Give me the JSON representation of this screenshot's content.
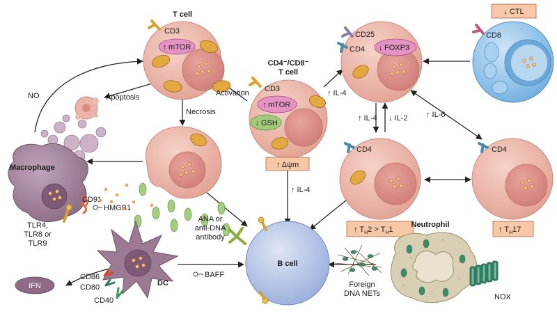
{
  "cells": {
    "t_cell": {
      "title": "T cell",
      "cd3": "CD3",
      "mtor": "mTOR",
      "mtor_arrow": "↑"
    },
    "dn_t_cell": {
      "title_line1": "CD4⁻/CD8⁻",
      "title_line2": "T cell",
      "cd3": "CD3",
      "mtor": "mTOR",
      "mtor_arrow": "↑",
      "gsh": "GSH",
      "gsh_arrow": "↓",
      "dpsi": "↑ Δψm"
    },
    "treg": {
      "cd25": "CD25",
      "cd4": "CD4",
      "foxp3": "FOXP3",
      "foxp3_arrow": "↓"
    },
    "ctl": {
      "box": "↓ CTL",
      "cd8": "CD8"
    },
    "th": {
      "cd4": "CD4",
      "box_prefix": "↑ T",
      "box_sub1": "H",
      "box_mid": "2 > T",
      "box_sub2": "H",
      "box_suffix": "1"
    },
    "th17": {
      "cd4": "CD4",
      "box_prefix": "↑ T",
      "box_sub": "H",
      "box_suffix": "17"
    },
    "macrophage": {
      "title": "Macrophage",
      "cd91": "CD91",
      "hmgb1": "HMGB1",
      "tlr_line1": "TLR4,",
      "tlr_line2": "TLR8 or",
      "tlr_line3": "TLR9"
    },
    "dc": {
      "title": "DC",
      "cd86": "CD86",
      "cd80": "CD80",
      "cd40": "CD40",
      "ifn": "IFN",
      "baff": "BAFF"
    },
    "b_cell": {
      "title": "B cell"
    },
    "neutrophil": {
      "title": "Neutrophil",
      "nets_line1": "Foreign",
      "nets_line2": "DNA NETs",
      "nox": "NOX"
    }
  },
  "labels": {
    "no": "NO",
    "apoptosis": "Apoptosis",
    "necrosis": "Necrosis",
    "activation": "Activation",
    "il4_a": "↑ IL-4",
    "il4_b": "↑ IL-4",
    "il2": "↓ IL-2",
    "il6": "↑ IL-6",
    "il4_c": "↑ IL-4",
    "ana_line1": "ANA or",
    "ana_line2": "anti-DNA",
    "ana_line3": "antibody"
  },
  "colors": {
    "t_cell_fill": "#eab4a8",
    "t_cell_nucleus": "#d98b84",
    "ctl_fill": "#8fc3ea",
    "b_cell_fill": "#b8c6e6",
    "macrophage_fill": "#9c7a94",
    "box_fill": "#f6c8a8",
    "mito_fill": "#e3a940",
    "mtor_fill": "#e494c2",
    "gsh_fill": "#9fcb7a",
    "neutrophil_fill": "#d8cfb4",
    "ifn_fill": "#8e6a88"
  }
}
